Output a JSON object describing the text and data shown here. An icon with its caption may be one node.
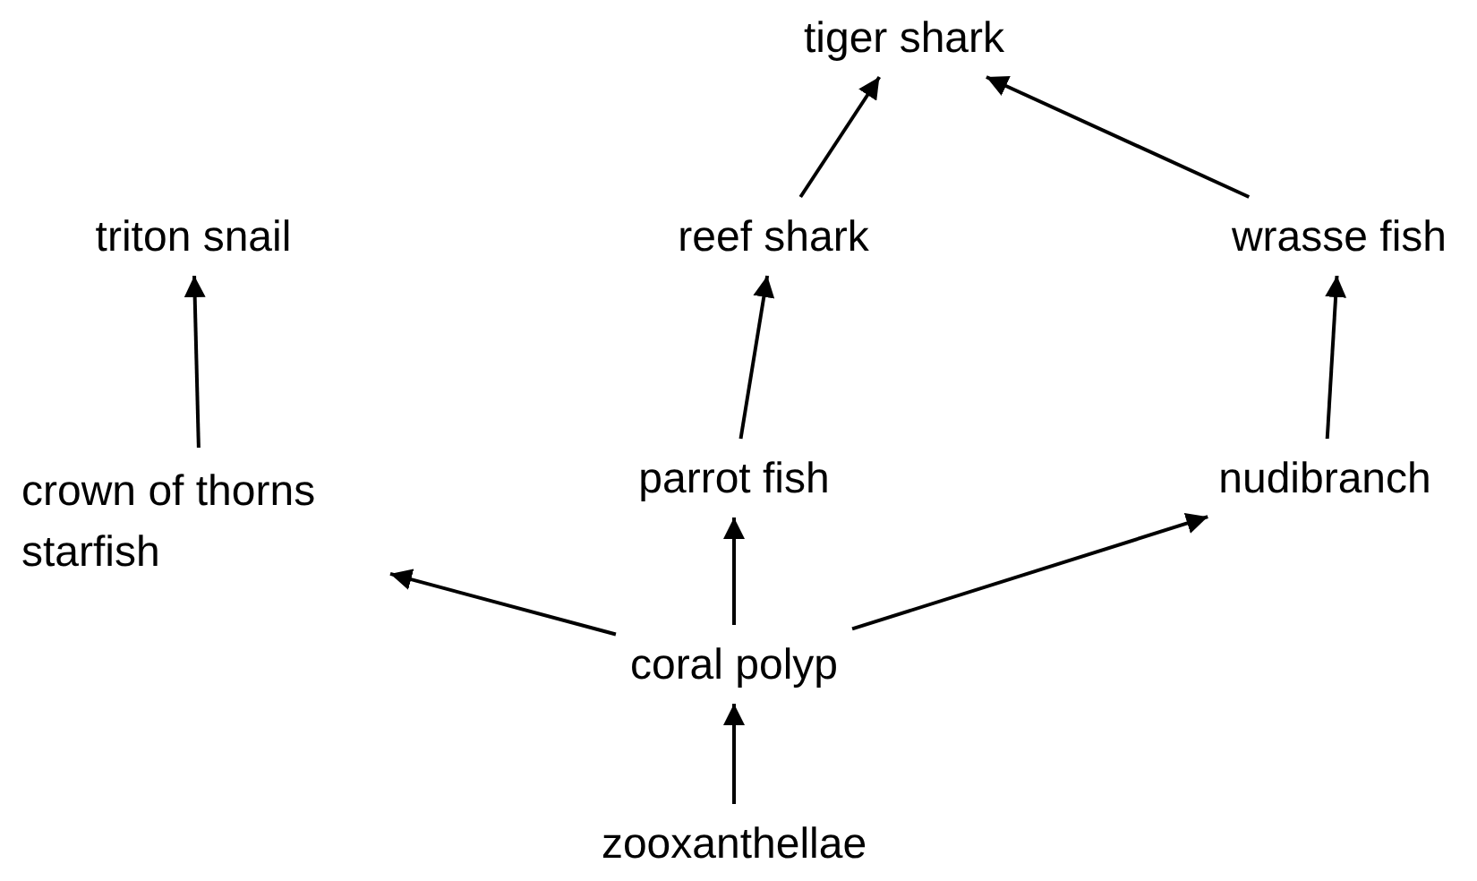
{
  "diagram": {
    "nodes": [
      {
        "text": [
          "tiger shark"
        ]
      },
      {
        "text": [
          "triton snail"
        ]
      },
      {
        "text": [
          "reef shark"
        ]
      },
      {
        "text": [
          "wrasse fish"
        ]
      },
      {
        "text": [
          "crown of thorns starfish"
        ]
      },
      {
        "text": [
          "parrot fish"
        ]
      },
      {
        "text": [
          "nudibranch"
        ]
      },
      {
        "text": [
          "coral polyp"
        ]
      },
      {
        "text": [
          "zooxanthellae"
        ]
      }
    ],
    "edges": [
      {
        "from": 8,
        "to": 7,
        "arrow": "to"
      },
      {
        "from": 7,
        "to": 5,
        "arrow": "to"
      },
      {
        "from": 7,
        "to": 4,
        "arrow": "to"
      },
      {
        "from": 7,
        "to": 6,
        "arrow": "to"
      },
      {
        "from": 5,
        "to": 2,
        "arrow": "to"
      },
      {
        "from": 6,
        "to": 3,
        "arrow": "to"
      },
      {
        "from": 4,
        "to": 1,
        "arrow": "to"
      },
      {
        "from": 2,
        "to": 0,
        "arrow": "to"
      },
      {
        "from": 3,
        "to": 0,
        "arrow": "to"
      }
    ]
  }
}
